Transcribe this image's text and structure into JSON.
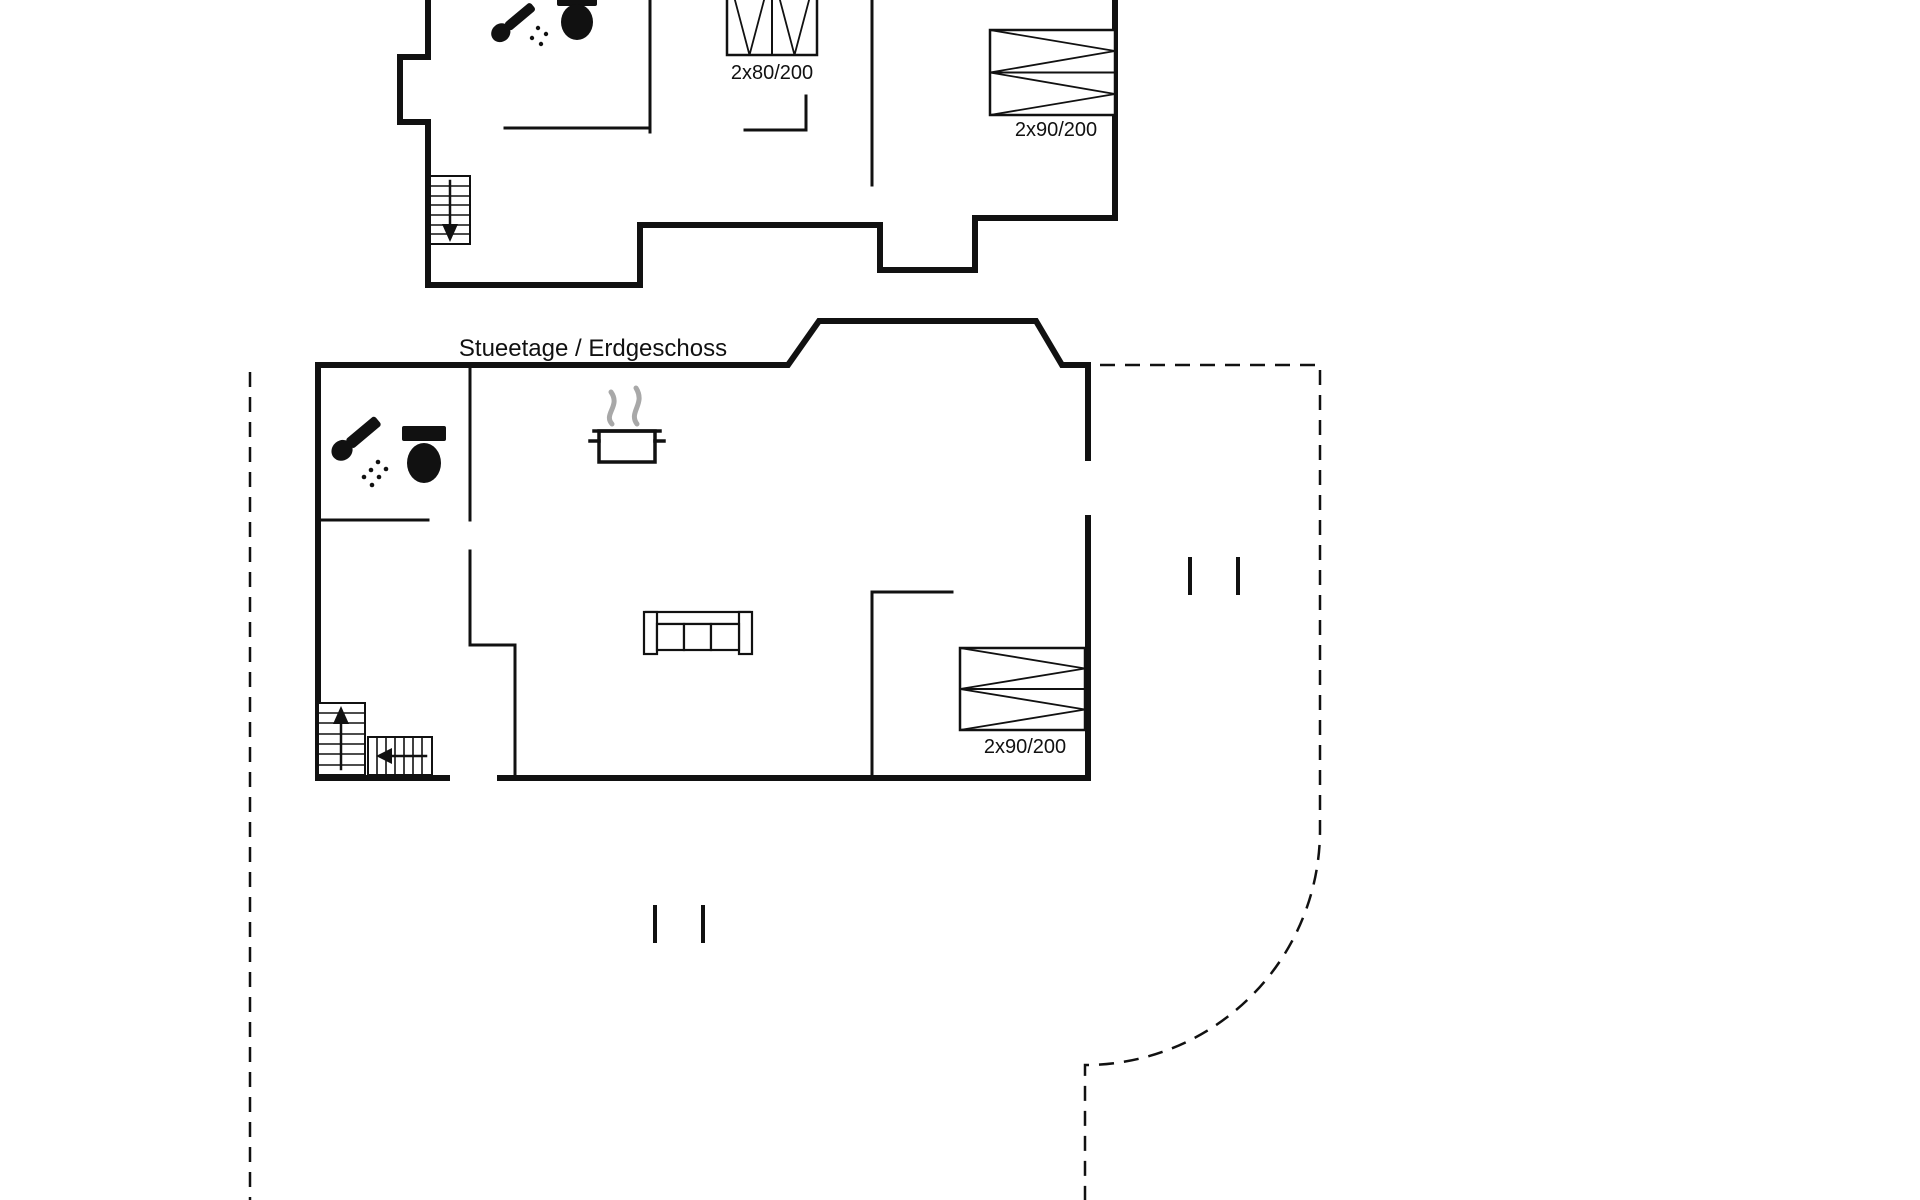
{
  "canvas": {
    "background": "#ffffff",
    "wall_color": "#111111",
    "steam_color": "#a8a8a8"
  },
  "upper_floor": {
    "bed_center_label": "2x80/200",
    "bed_right_label": "2x90/200",
    "icons": [
      "shower-icon",
      "toilet-icon",
      "stairs-down-icon",
      "double-bed-icon",
      "double-bed-icon"
    ]
  },
  "ground_floor": {
    "title": "Stueetage / Erdgeschoss",
    "bed_label": "2x90/200",
    "icons": [
      "shower-icon",
      "toilet-icon",
      "cooking-pot-icon",
      "steam-icon",
      "sofa-icon",
      "double-bed-icon",
      "stairs-up-icon",
      "stairs-left-icon",
      "opening-marker",
      "plot-boundary-dashed"
    ]
  }
}
